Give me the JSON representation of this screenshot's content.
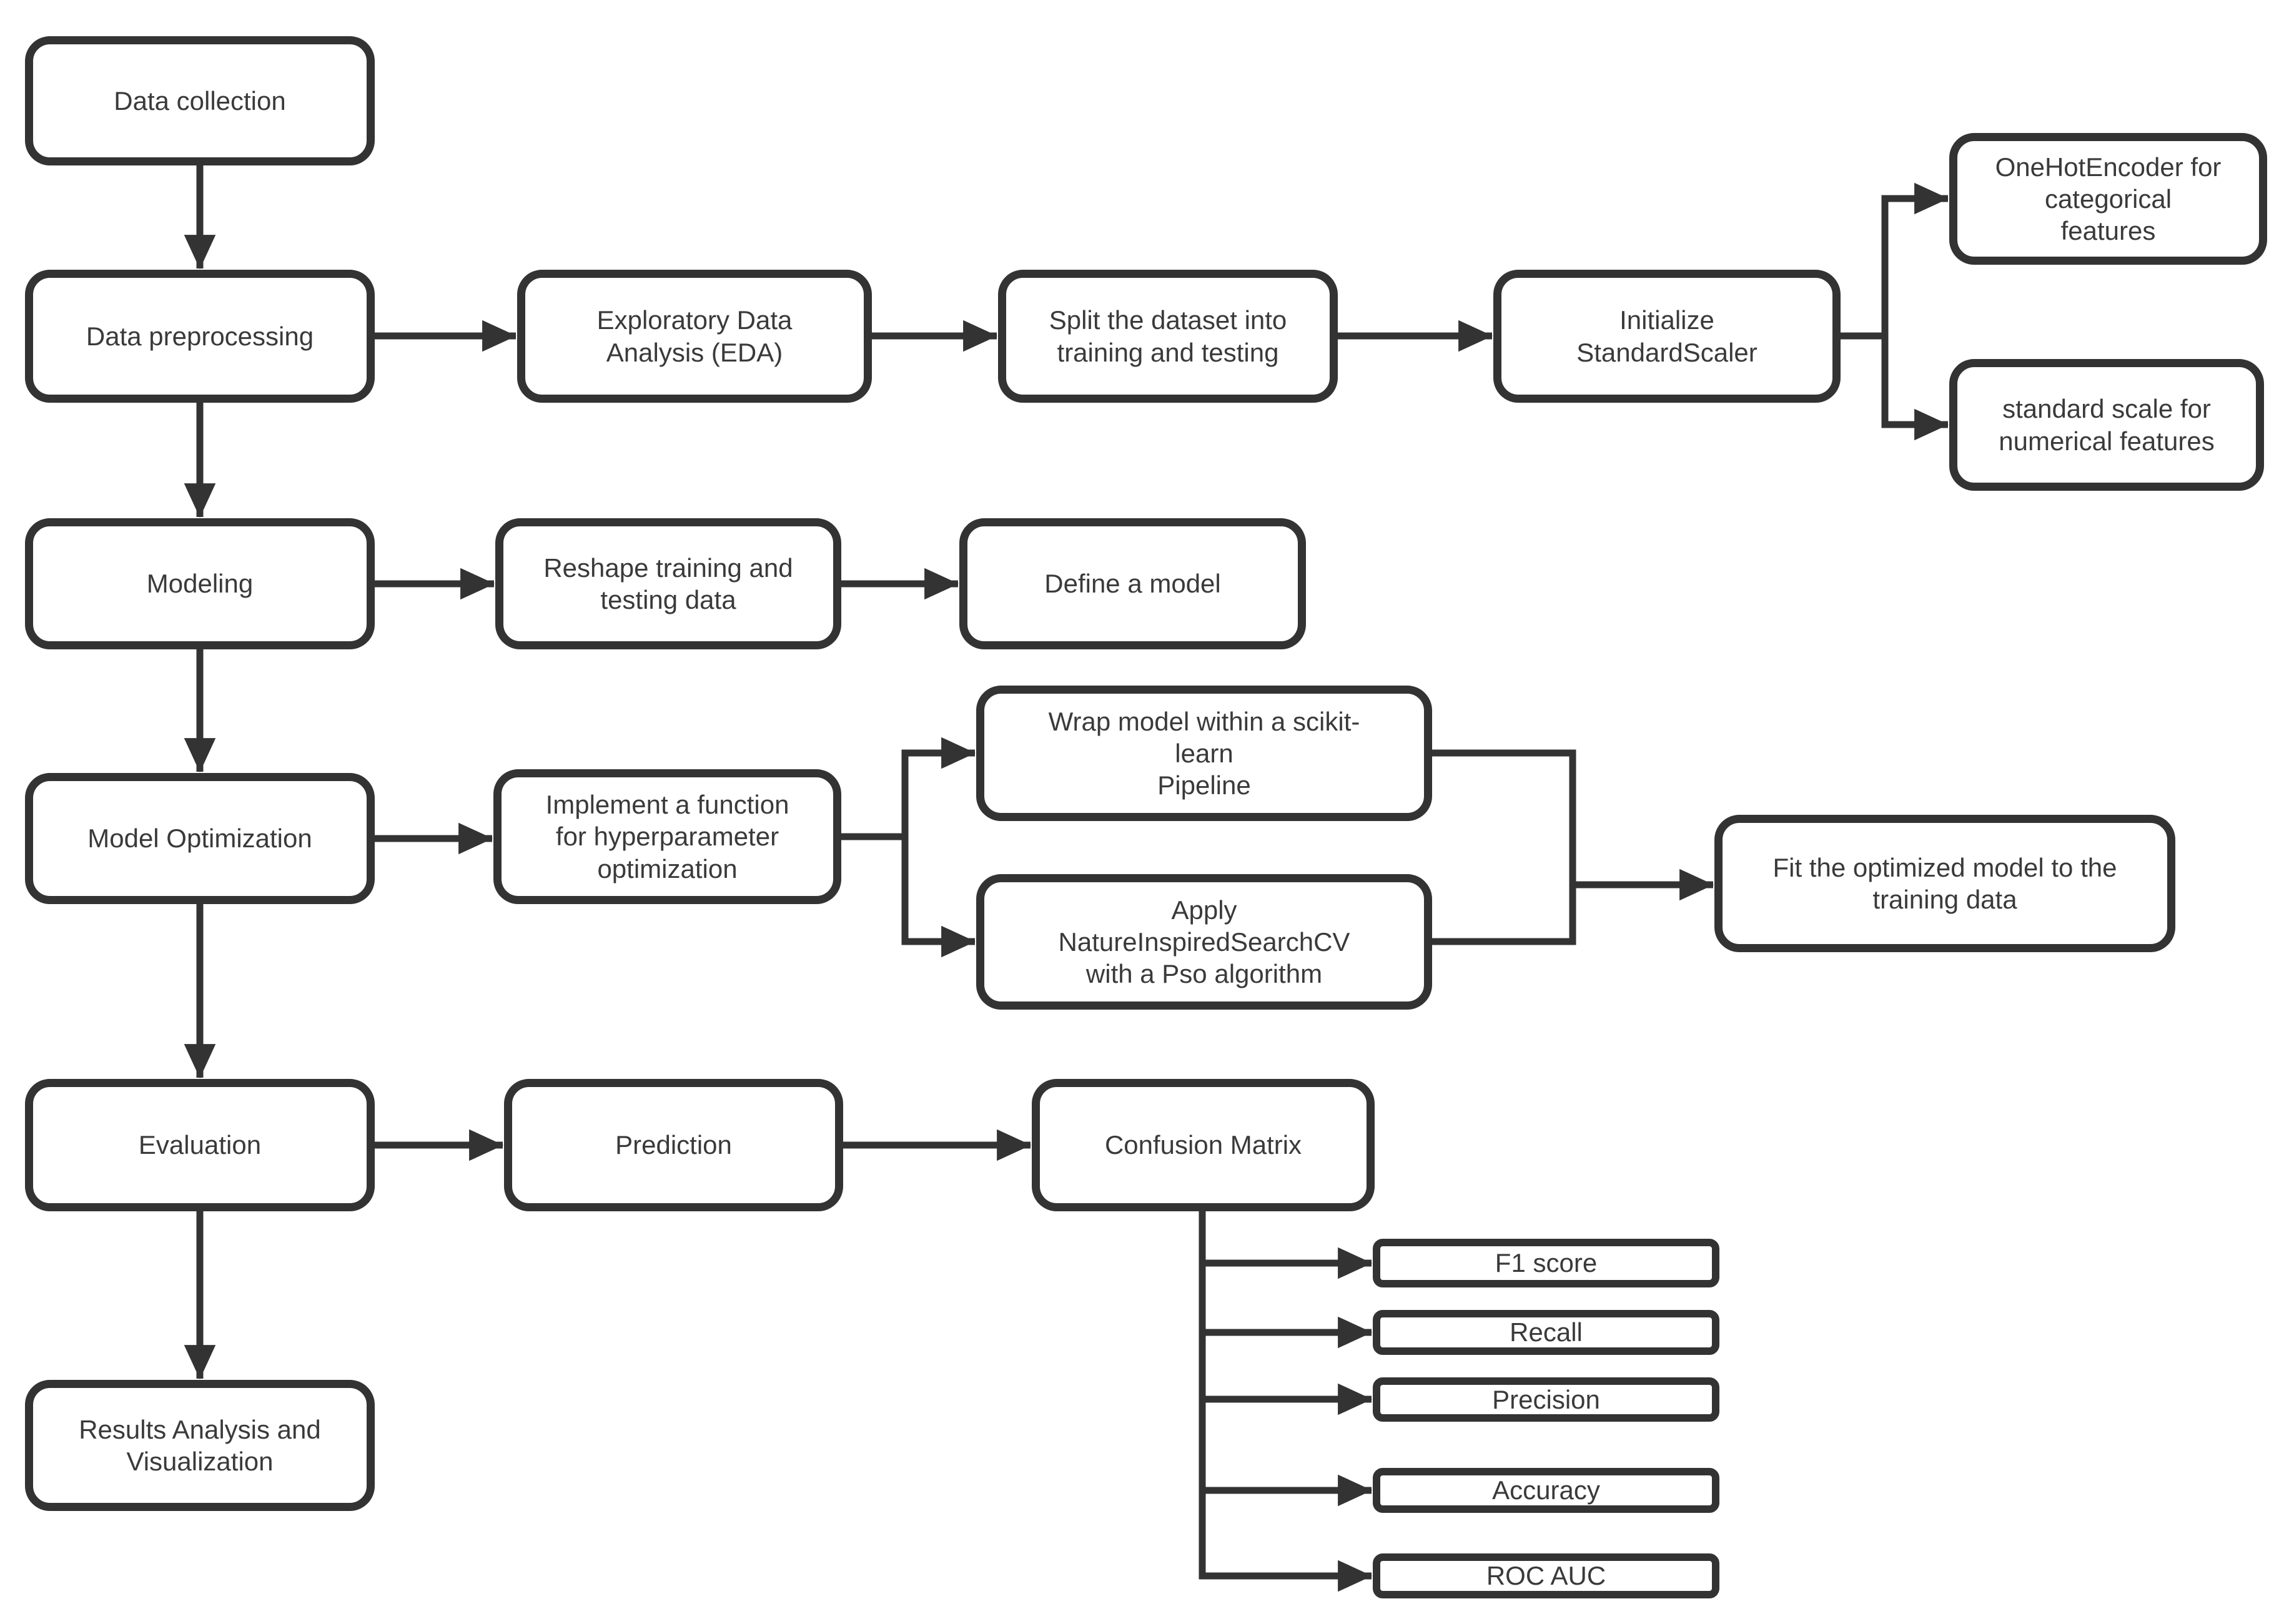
{
  "colors": {
    "stroke": "#333333",
    "text": "#3a3a3a",
    "canvas": "#ffffff"
  },
  "nodes": {
    "data_collection": {
      "label": "Data collection"
    },
    "data_preprocessing": {
      "label": "Data preprocessing"
    },
    "eda": {
      "label": "Exploratory Data\nAnalysis (EDA)"
    },
    "split_dataset": {
      "label": "Split the dataset into\ntraining and testing"
    },
    "initialize_scaler": {
      "label": "Initialize\nStandardScaler"
    },
    "onehot_encoder": {
      "label": "OneHotEncoder for\ncategorical\nfeatures"
    },
    "standard_scale": {
      "label": "standard scale for\nnumerical features"
    },
    "modeling": {
      "label": "Modeling"
    },
    "reshape_data": {
      "label": "Reshape training and\ntesting data"
    },
    "define_model": {
      "label": "Define a model"
    },
    "model_optimization": {
      "label": "Model Optimization"
    },
    "implement_function": {
      "label": "Implement a function\nfor hyperparameter\noptimization"
    },
    "wrap_pipeline": {
      "label": "Wrap model within a scikit-\nlearn\nPipeline"
    },
    "apply_search": {
      "label": "Apply\nNatureInspiredSearchCV\nwith a Pso algorithm"
    },
    "fit_model": {
      "label": "Fit the optimized model to the\ntraining data"
    },
    "evaluation": {
      "label": "Evaluation"
    },
    "prediction": {
      "label": "Prediction"
    },
    "confusion_matrix": {
      "label": "Confusion Matrix"
    },
    "f1_score": {
      "label": "F1 score"
    },
    "recall": {
      "label": "Recall"
    },
    "precision": {
      "label": "Precision"
    },
    "accuracy": {
      "label": "Accuracy"
    },
    "roc_auc": {
      "label": "ROC AUC"
    },
    "results_analysis": {
      "label": "Results Analysis and\nVisualization"
    }
  }
}
